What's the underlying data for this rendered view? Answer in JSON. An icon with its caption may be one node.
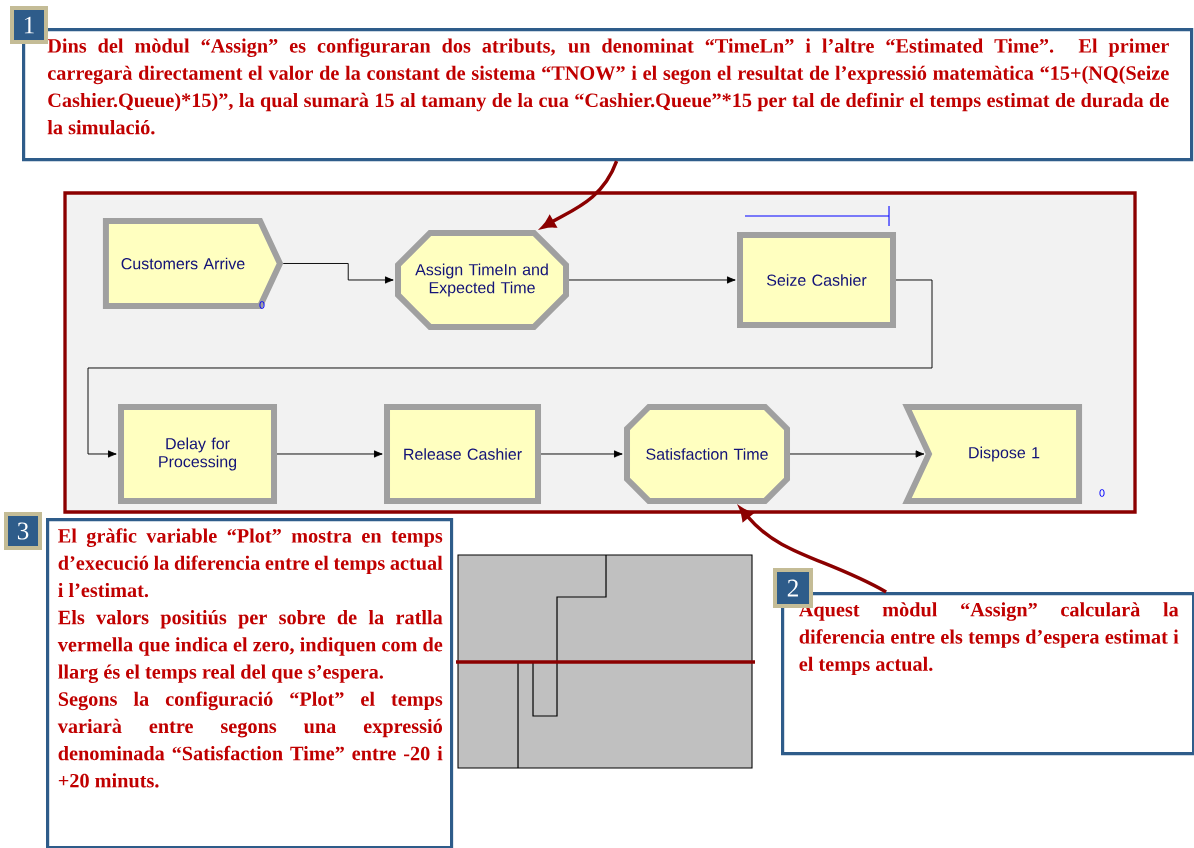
{
  "diagram": {
    "nodes": [
      {
        "text": [
          "Dins del mòdul “Assign” es configuraran dos atributs, un denominat “TimeLn” i l’altre “Estimated Time”. El primer carregarà directament el valor de la constant de sistema “TNOW” i el segon el resultat de l’expressió matemàtica “15+(NQ(Seize Cashier.Queue)*15)”, la qual sumarà 15 al tamany de la cua “Cashier.Queue”*15 per tal de definir el temps estimat de durada de la simulació."
        ],
        "beside": [
          "1"
        ]
      },
      {
        "text": [
          "Customers Arrive"
        ],
        "beside": [
          "0"
        ]
      },
      {
        "text": [
          "Assign TimeIn and Expected Time"
        ]
      },
      {
        "text": [
          "Seize Cashier"
        ]
      },
      {
        "text": [
          "Delay for Processing"
        ]
      },
      {
        "text": [
          "Release Cashier"
        ]
      },
      {
        "text": [
          "Satisfaction Time"
        ]
      },
      {
        "text": [
          "Dispose 1"
        ],
        "beside": [
          "0"
        ]
      },
      {
        "text": [
          "El gràfic variable “Plot” mostra en temps d’execució la diferencia entre el temps actual i l’estimat.",
          "Els valors positiús per sobre de la ratlla vermella que indica el zero, indiquen com de llarg és el temps real del que s’espera.",
          "Segons la configuració “Plot” el temps variarà entre segons una expressió denominada “Satisfaction Time” entre -20 i +20 minuts."
        ],
        "beside": [
          "3"
        ]
      },
      {
        "text": [
          "Aquest mòdul “Assign” calcularà la diferencia entre els temps d’espera estimat i el temps actual."
        ],
        "beside": [
          "2"
        ]
      }
    ],
    "edges": [
      {
        "from": 0,
        "to": 2,
        "arrow": "to",
        "style": "thick",
        "color": "#8b0000"
      },
      {
        "from": 1,
        "to": 2,
        "arrow": "to"
      },
      {
        "from": 2,
        "to": 3,
        "arrow": "to"
      },
      {
        "from": 3,
        "to": 4,
        "arrow": "to"
      },
      {
        "from": 4,
        "to": 5,
        "arrow": "to"
      },
      {
        "from": 5,
        "to": 6,
        "arrow": "to"
      },
      {
        "from": 6,
        "to": 7,
        "arrow": "to"
      },
      {
        "from": 9,
        "to": 6,
        "arrow": "to",
        "style": "thick",
        "color": "#8b0000"
      }
    ]
  }
}
